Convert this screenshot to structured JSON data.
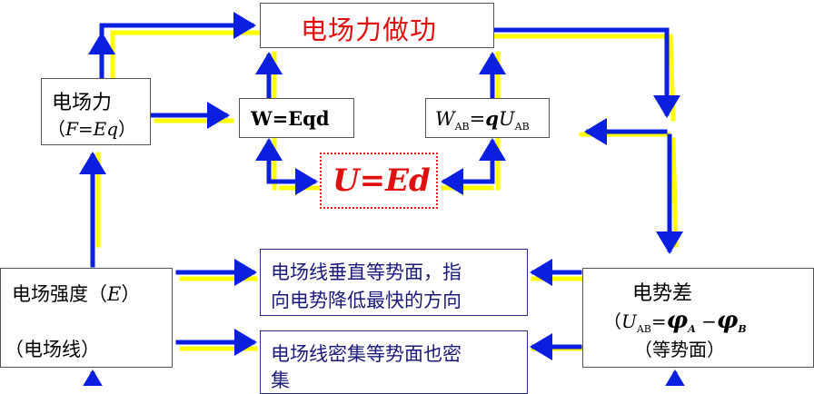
{
  "top_box": {
    "text": "电场力做功",
    "color": "#e01010"
  },
  "force_box": {
    "line1": "电场力",
    "line2_prefix": "（",
    "line2_formula": "F=Eq",
    "line2_suffix": "）"
  },
  "work_box": {
    "text": "W=Eqd"
  },
  "wab_box": {
    "w": "W",
    "w_sub": "AB",
    "eq": "=",
    "q": "q",
    "u": "U",
    "u_sub": "AB"
  },
  "center_box": {
    "text": "U=Ed",
    "color": "#e01010"
  },
  "field_box": {
    "line1_prefix": "电场强度（",
    "line1_E": "E",
    "line1_suffix": "）",
    "line2": "（电场线）"
  },
  "potdiff_box": {
    "line1": "电势差",
    "paren_open": "（",
    "u": "U",
    "u_sub": "AB",
    "eq": "=",
    "phi_a": "φ",
    "phi_a_sub": "A",
    "minus": " −",
    "phi_b": "φ",
    "phi_b_sub": "B",
    "line3": "（等势面）"
  },
  "info1": {
    "line1": "电场线垂直等势面，指",
    "line2": "向电势降低最快的方向",
    "color": "#1a1a7a"
  },
  "info2": {
    "line1": "电场线密集等势面也密",
    "line2": "集",
    "color": "#1a1a7a"
  },
  "arrow_colors": {
    "main": "#0b1fe0",
    "shadow": "#ffff00"
  }
}
